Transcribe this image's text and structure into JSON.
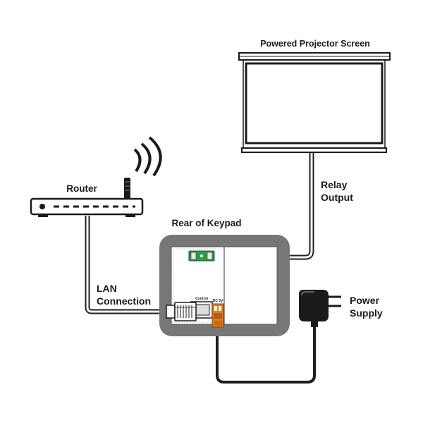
{
  "labels": {
    "screen": "Powered Projector Screen",
    "router": "Router",
    "keypad": "Rear of Keypad",
    "relay_line1": "Relay",
    "relay_line2": "Output",
    "lan_line1": "LAN",
    "lan_line2": "Connection",
    "power_line1": "Power",
    "power_line2": "Supply",
    "control_port": "Control",
    "dc_port": "DC 5V"
  },
  "colors": {
    "cable": "#1e1e1e",
    "keypad_frame": "#777777",
    "terminal_green": "#2f9a48",
    "dc_orange": "#e07b22"
  },
  "icons": {
    "router": "router-icon",
    "wifi": "wifi-signal-icon",
    "screen": "projector-screen-icon",
    "adapter": "power-adapter-icon",
    "rj45": "rj45-plug-icon"
  }
}
